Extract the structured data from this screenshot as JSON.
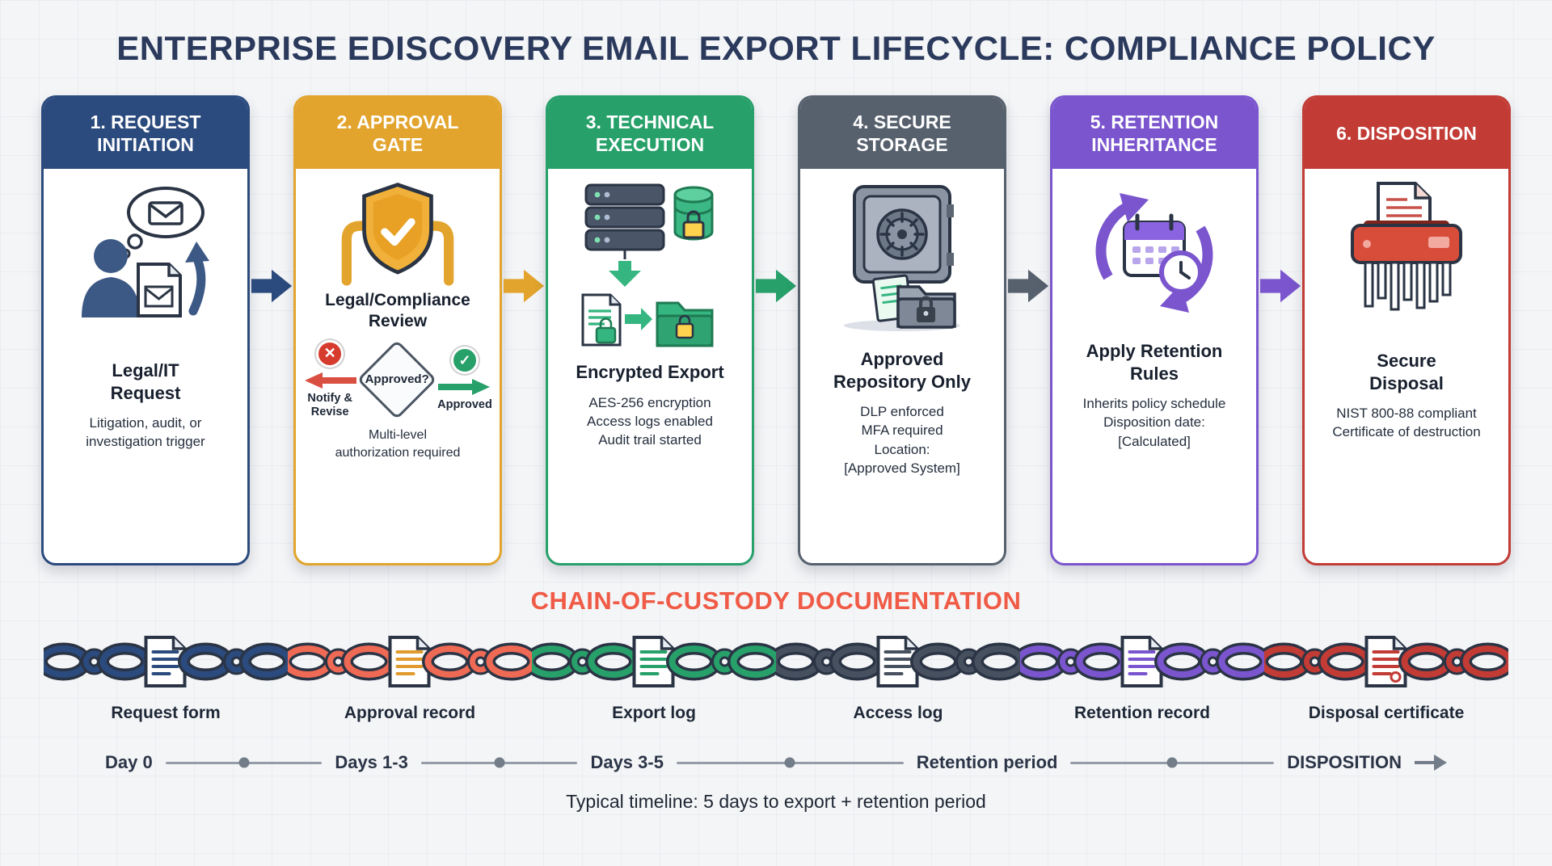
{
  "title": "ENTERPRISE EDISCOVERY EMAIL EXPORT LIFECYCLE: COMPLIANCE POLICY",
  "stages": [
    {
      "title": "1. REQUEST\nINITIATION",
      "heading": "Legal/IT\nRequest",
      "details": "Litigation, audit, or\ninvestigation trigger",
      "color": "#2b4a7d",
      "icon": "requester-person-icon"
    },
    {
      "title": "2. APPROVAL\nGATE",
      "heading": "Legal/Compliance\nReview",
      "decision": {
        "question": "Approved?",
        "reject_icon": "✕",
        "reject_label": "Notify &\nRevise",
        "approve_icon": "✓",
        "approve_label": "Approved"
      },
      "details": "Multi-level\nauthorization required",
      "color": "#e2a42d",
      "icon": "shield-check-icon"
    },
    {
      "title": "3. TECHNICAL\nEXECUTION",
      "heading": "Encrypted Export",
      "details": "AES-256 encryption\nAccess logs enabled\nAudit trail started",
      "color": "#27a06a",
      "icon": "server-encryption-icon"
    },
    {
      "title": "4. SECURE\nSTORAGE",
      "heading": "Approved\nRepository Only",
      "details": "DLP enforced\nMFA required\nLocation:\n[Approved System]",
      "color": "#57616e",
      "icon": "vault-icon"
    },
    {
      "title": "5. RETENTION\nINHERITANCE",
      "heading": "Apply Retention\nRules",
      "details": "Inherits policy schedule\nDisposition date:\n[Calculated]",
      "color": "#7a55ce",
      "icon": "retention-cycle-icon"
    },
    {
      "title": "6. DISPOSITION",
      "heading": "Secure\nDisposal",
      "details": "NIST 800-88 compliant\nCertificate of destruction",
      "color": "#c23b35",
      "icon": "shredder-icon"
    }
  ],
  "chain": {
    "title": "CHAIN-OF-CUSTODY DOCUMENTATION",
    "title_color": "#ef5b46",
    "documents": [
      {
        "label": "Request form",
        "link_color": "#2b4a7d",
        "text_color": "#2b4a7d"
      },
      {
        "label": "Approval record",
        "link_color": "#ef6a55",
        "text_color": "#e09a2d"
      },
      {
        "label": "Export log",
        "link_color": "#27a06a",
        "text_color": "#27a06a"
      },
      {
        "label": "Access log",
        "link_color": "#47505e",
        "text_color": "#47505e"
      },
      {
        "label": "Retention record",
        "link_color": "#7a55ce",
        "text_color": "#7a55ce"
      },
      {
        "label": "Disposal certificate",
        "link_color": "#c23b35",
        "text_color": "#c23b35"
      }
    ]
  },
  "timeline": {
    "segments": [
      "Day 0",
      "Days 1-3",
      "Days 3-5",
      "Retention period",
      "DISPOSITION"
    ],
    "caption": "Typical timeline: 5 days to export + retention period"
  }
}
